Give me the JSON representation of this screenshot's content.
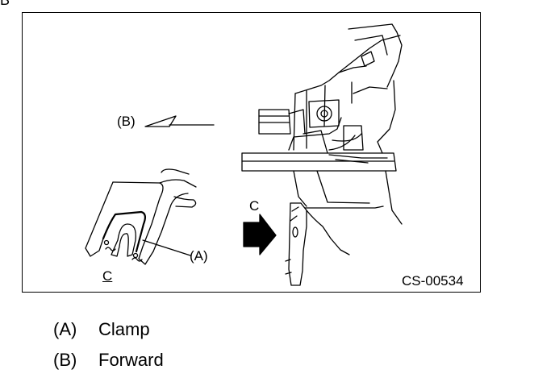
{
  "figure": {
    "corner_mark": "B",
    "figure_id": "CS-00534",
    "callout_b": "(B)",
    "callout_a": "(A)",
    "view_label_arrow": "C",
    "view_label_detail": "C"
  },
  "legend": [
    {
      "key": "(A)",
      "text": "Clamp"
    },
    {
      "key": "(B)",
      "text": "Forward"
    }
  ]
}
